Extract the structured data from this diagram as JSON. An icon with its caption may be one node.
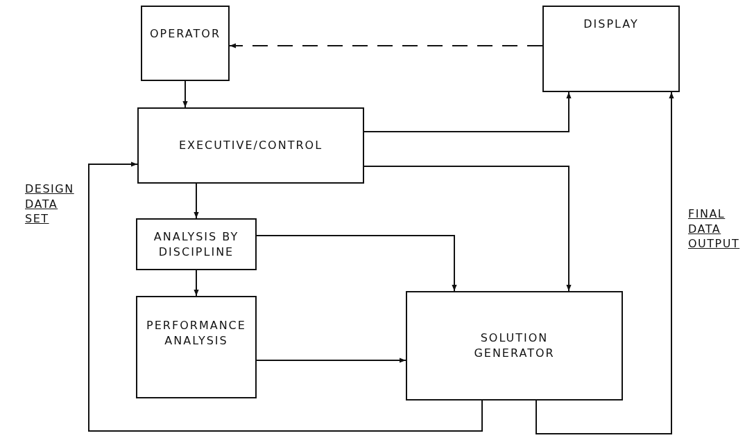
{
  "diagram": {
    "nodes": [
      {
        "text": [
          "OPERATOR"
        ]
      },
      {
        "text": [
          "DISPLAY"
        ]
      },
      {
        "text": [
          "EXECUTIVE/CONTROL"
        ]
      },
      {
        "text": [
          "ANALYSIS BY DISCIPLINE"
        ]
      },
      {
        "text": [
          "PERFORMANCE ANALYSIS"
        ]
      },
      {
        "text": [
          "SOLUTION GENERATOR"
        ]
      }
    ],
    "edges": [
      {
        "from": 0,
        "to": 2,
        "arrow": "to"
      },
      {
        "from": 1,
        "to": 0,
        "arrow": "to",
        "style": "dashed"
      },
      {
        "from": 2,
        "to": 1,
        "arrow": "to"
      },
      {
        "from": 2,
        "to": 5,
        "arrow": "to"
      },
      {
        "from": 2,
        "to": 3,
        "arrow": "to"
      },
      {
        "from": 3,
        "to": 5,
        "arrow": "to"
      },
      {
        "from": 3,
        "to": 4,
        "arrow": "to"
      },
      {
        "from": 4,
        "to": 5,
        "arrow": "to"
      },
      {
        "from": 5,
        "to": 2,
        "arrow": "to"
      },
      {
        "from": 5,
        "to": 1,
        "arrow": "to"
      }
    ],
    "labels": [
      "DESIGN DATA SET",
      "FINAL DATA OUTPUT"
    ]
  }
}
